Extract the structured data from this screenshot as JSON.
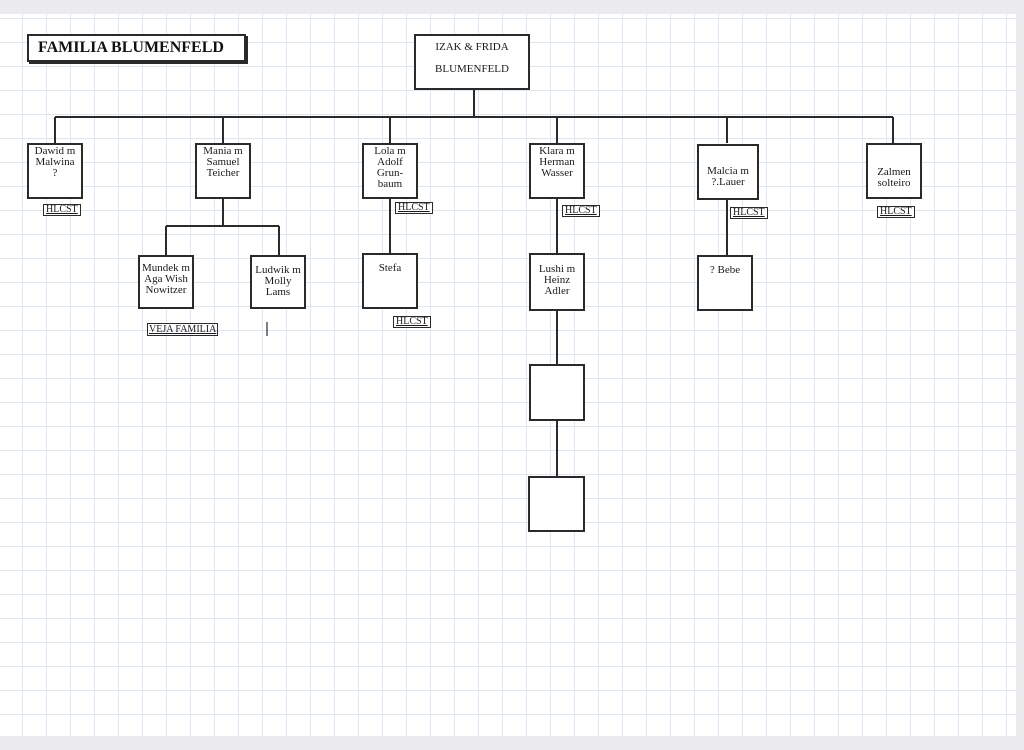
{
  "title": "FAMILIA BLUMENFELD",
  "root": {
    "lines": [
      "IZAK  & FRIDA",
      "BLUMENFELD"
    ]
  },
  "children": [
    {
      "lines": [
        "Dawid m",
        "Malwina",
        "?"
      ],
      "tag": "HLCST"
    },
    {
      "lines": [
        "Mania m",
        "Samuel",
        "Teicher"
      ]
    },
    {
      "lines": [
        "Lola  m",
        "Adolf",
        "Grun-",
        "baum"
      ],
      "tag": "HLCST"
    },
    {
      "lines": [
        "Klara m",
        "Herman",
        "Wasser"
      ],
      "tag": "HLCST"
    },
    {
      "lines": [
        "Malcia m",
        "?.Lauer"
      ],
      "tag": "HLCST"
    },
    {
      "lines": [
        "Zalmen",
        "solteiro"
      ],
      "tag": "HLCST"
    }
  ],
  "grandchildren": [
    {
      "lines": [
        "Mundek m",
        "Aga  Wish",
        "Nowitzer"
      ],
      "note": "VEJA  FAMILIA"
    },
    {
      "lines": [
        "Ludwik m",
        "Molly",
        "Lams"
      ]
    },
    {
      "lines": [
        "Stefa"
      ],
      "tag": "HLCST"
    },
    {
      "lines": [
        "Lushi  m",
        "Heinz",
        "Adler"
      ]
    },
    {
      "lines": [
        "? Bebe"
      ]
    }
  ],
  "descendant_boxes": [
    "",
    ""
  ]
}
